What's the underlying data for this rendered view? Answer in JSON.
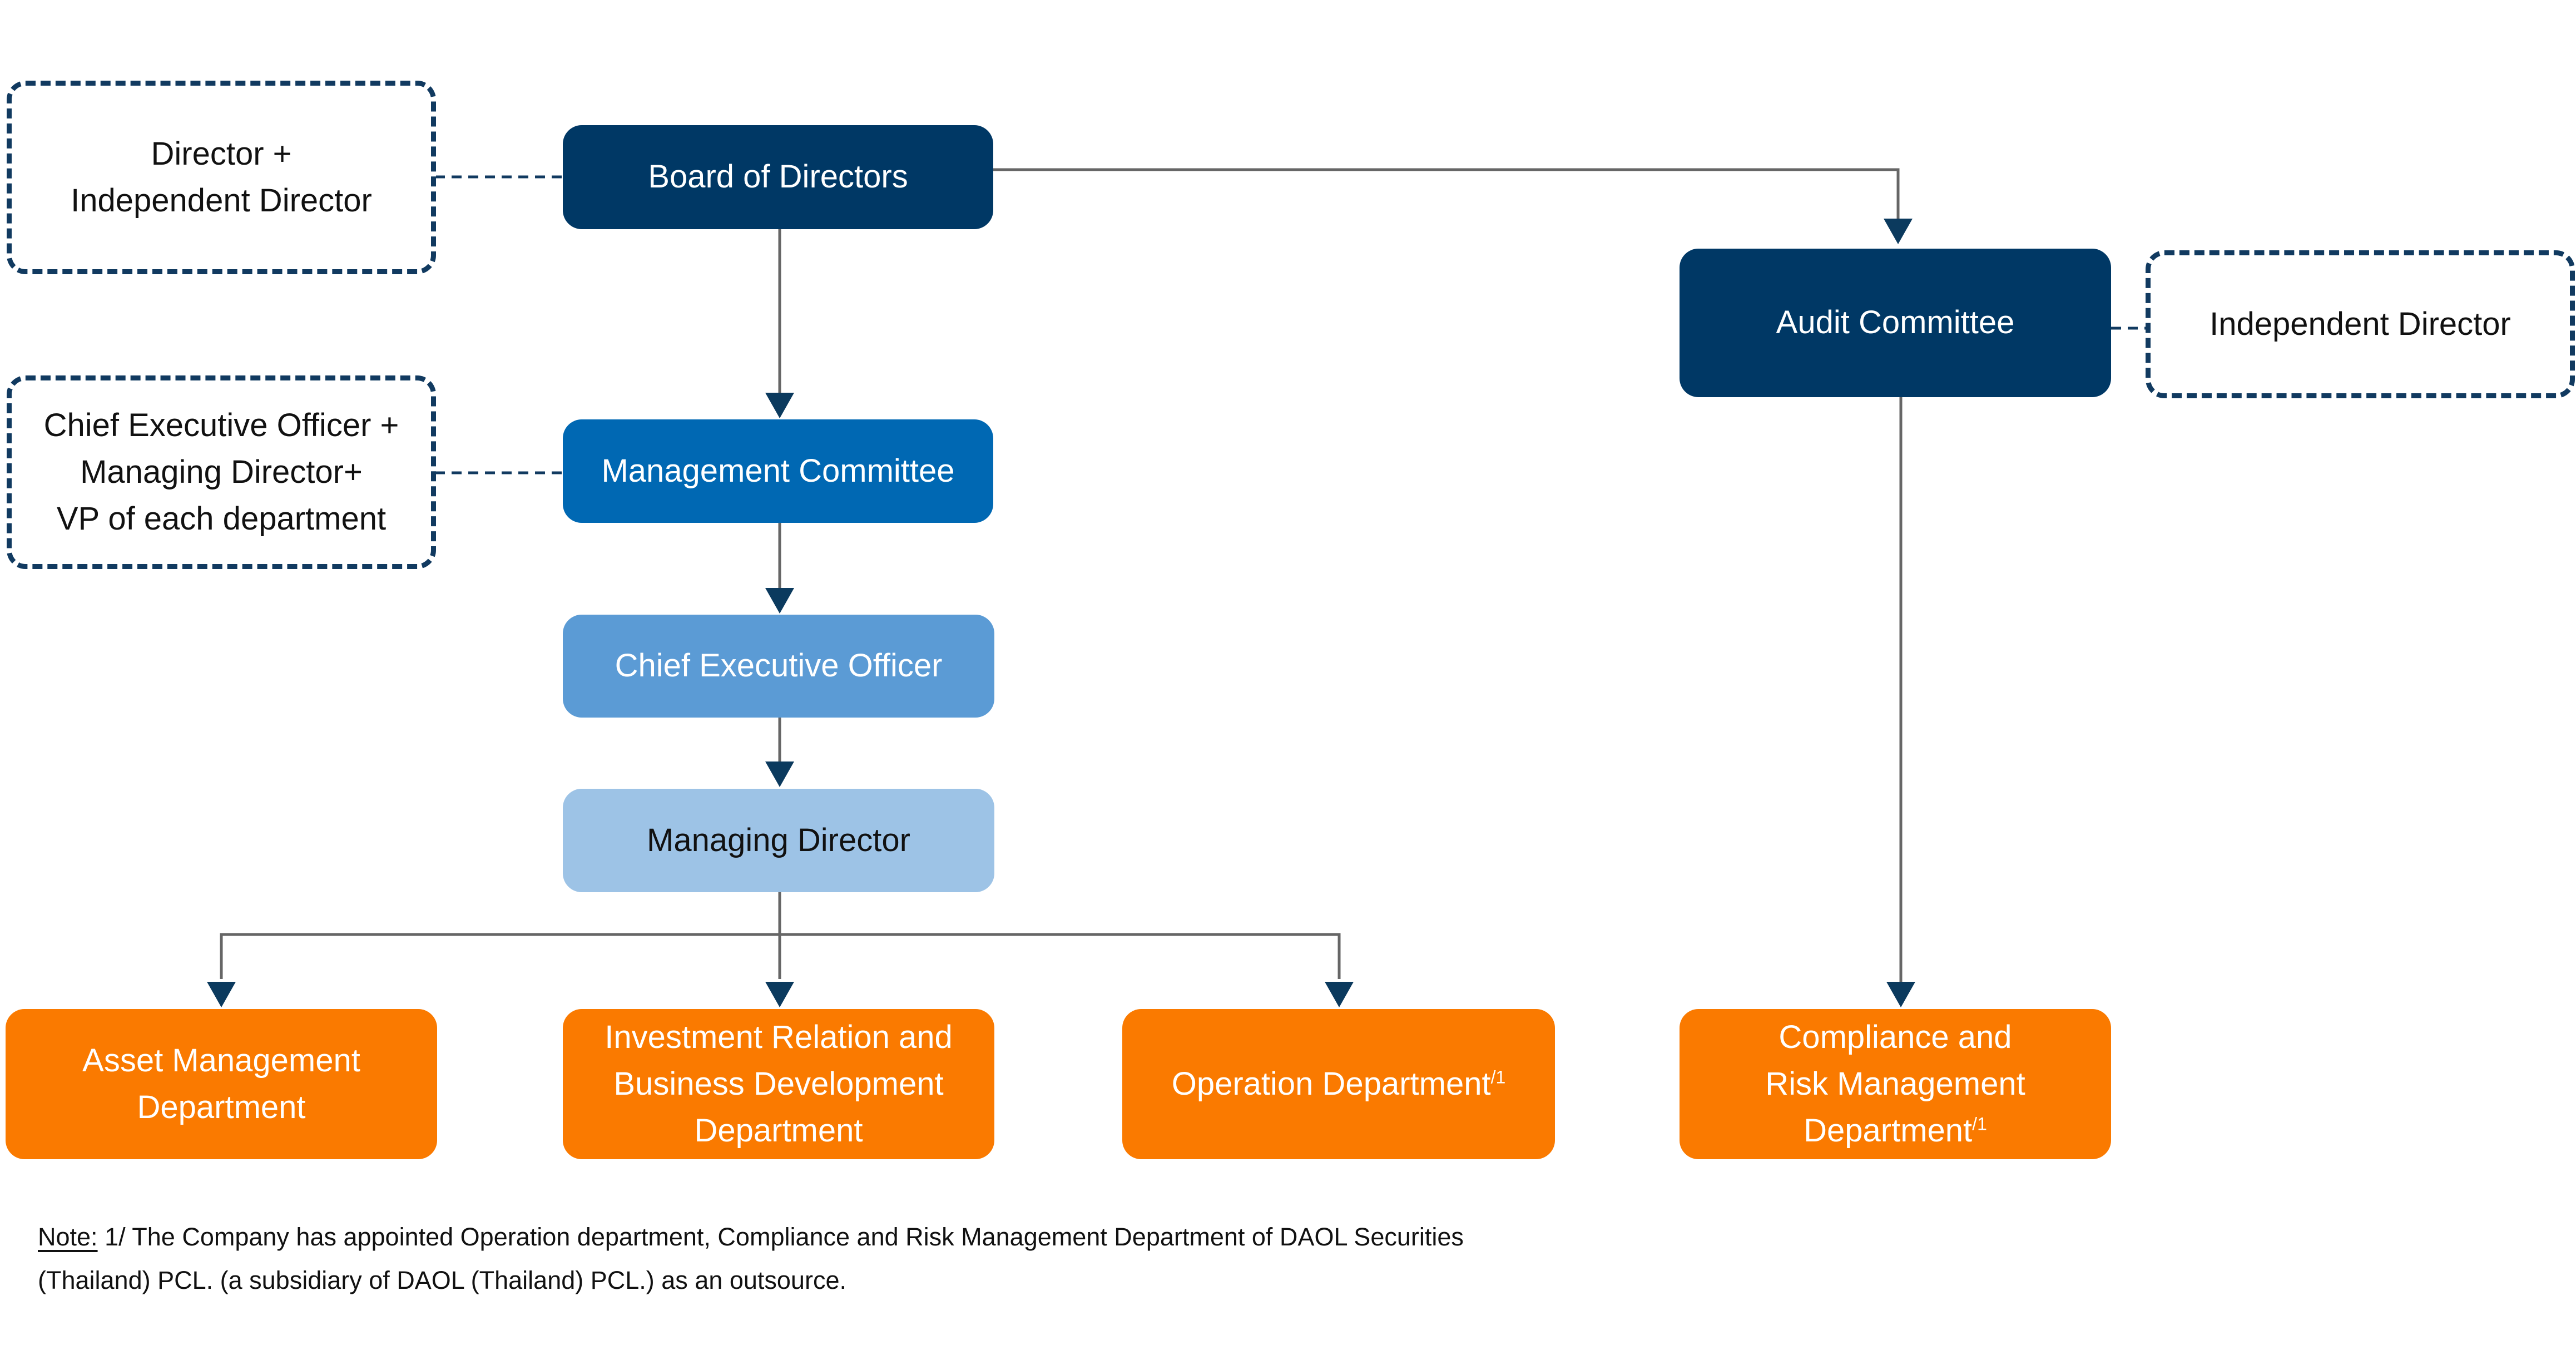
{
  "nodes": {
    "director_note": {
      "lines": [
        "Director +",
        "Independent Director"
      ]
    },
    "board": {
      "label": "Board of Directors"
    },
    "audit": {
      "label": "Audit Committee"
    },
    "independent_note": {
      "label": "Independent Director"
    },
    "ceo_note": {
      "lines": [
        "Chief Executive Officer +",
        "Managing Director+",
        "VP of each department"
      ]
    },
    "management": {
      "label": "Management Committee"
    },
    "ceo": {
      "label": "Chief Executive Officer"
    },
    "md": {
      "label": "Managing Director"
    },
    "asset": {
      "lines": [
        "Asset Management",
        "Department"
      ]
    },
    "investment": {
      "lines": [
        "Investment Relation and",
        "Business Development",
        "Department"
      ]
    },
    "operation": {
      "label": "Operation Department",
      "sup": "/1"
    },
    "compliance": {
      "lines": [
        "Compliance and",
        "Risk Management",
        "Department"
      ],
      "sup": "/1"
    }
  },
  "note": {
    "label": "Note:",
    "line1": " 1/ The Company has appointed Operation department, Compliance and Risk Management Department of DAOL Securities",
    "line2": "(Thailand) PCL. (a subsidiary of DAOL (Thailand) PCL.) as an outsource."
  },
  "colors": {
    "navy": "#003865",
    "blue": "#0068b3",
    "mid_blue": "#5b9bd5",
    "light_blue": "#9dc3e6",
    "orange": "#fa7a00",
    "dashed_border": "#113a60",
    "connector": "#666666",
    "arrow": "#0b3a5e"
  }
}
